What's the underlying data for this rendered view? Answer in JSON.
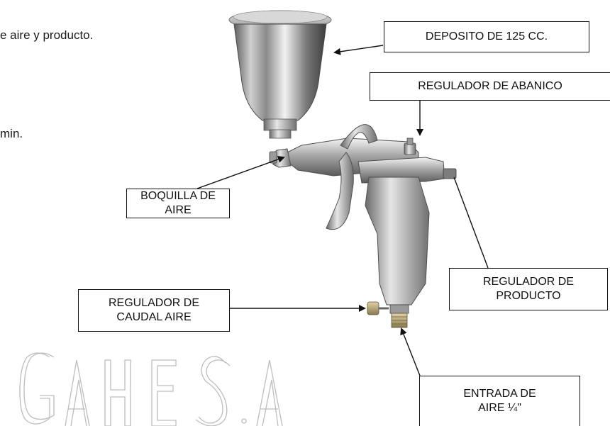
{
  "background_fragments": [
    {
      "text": "e aire y producto."
    },
    {
      "text": "min."
    }
  ],
  "callouts": [
    {
      "id": "deposito",
      "text": "DEPOSITO DE 125 CC."
    },
    {
      "id": "abanico",
      "text": "REGULADOR DE ABANICO"
    },
    {
      "id": "boquilla",
      "text": "BOQUILLA DE AIRE"
    },
    {
      "id": "producto",
      "text": "REGULADOR DE\nPRODUCTO"
    },
    {
      "id": "caudal",
      "text": "REGULADOR DE\nCAUDAL AIRE"
    },
    {
      "id": "entrada",
      "text": "ENTRADA DE\nAIRE ¼\""
    }
  ],
  "watermark": {
    "text": "GAHE S.A"
  },
  "image": {
    "subject": "spray-gun-photo"
  }
}
